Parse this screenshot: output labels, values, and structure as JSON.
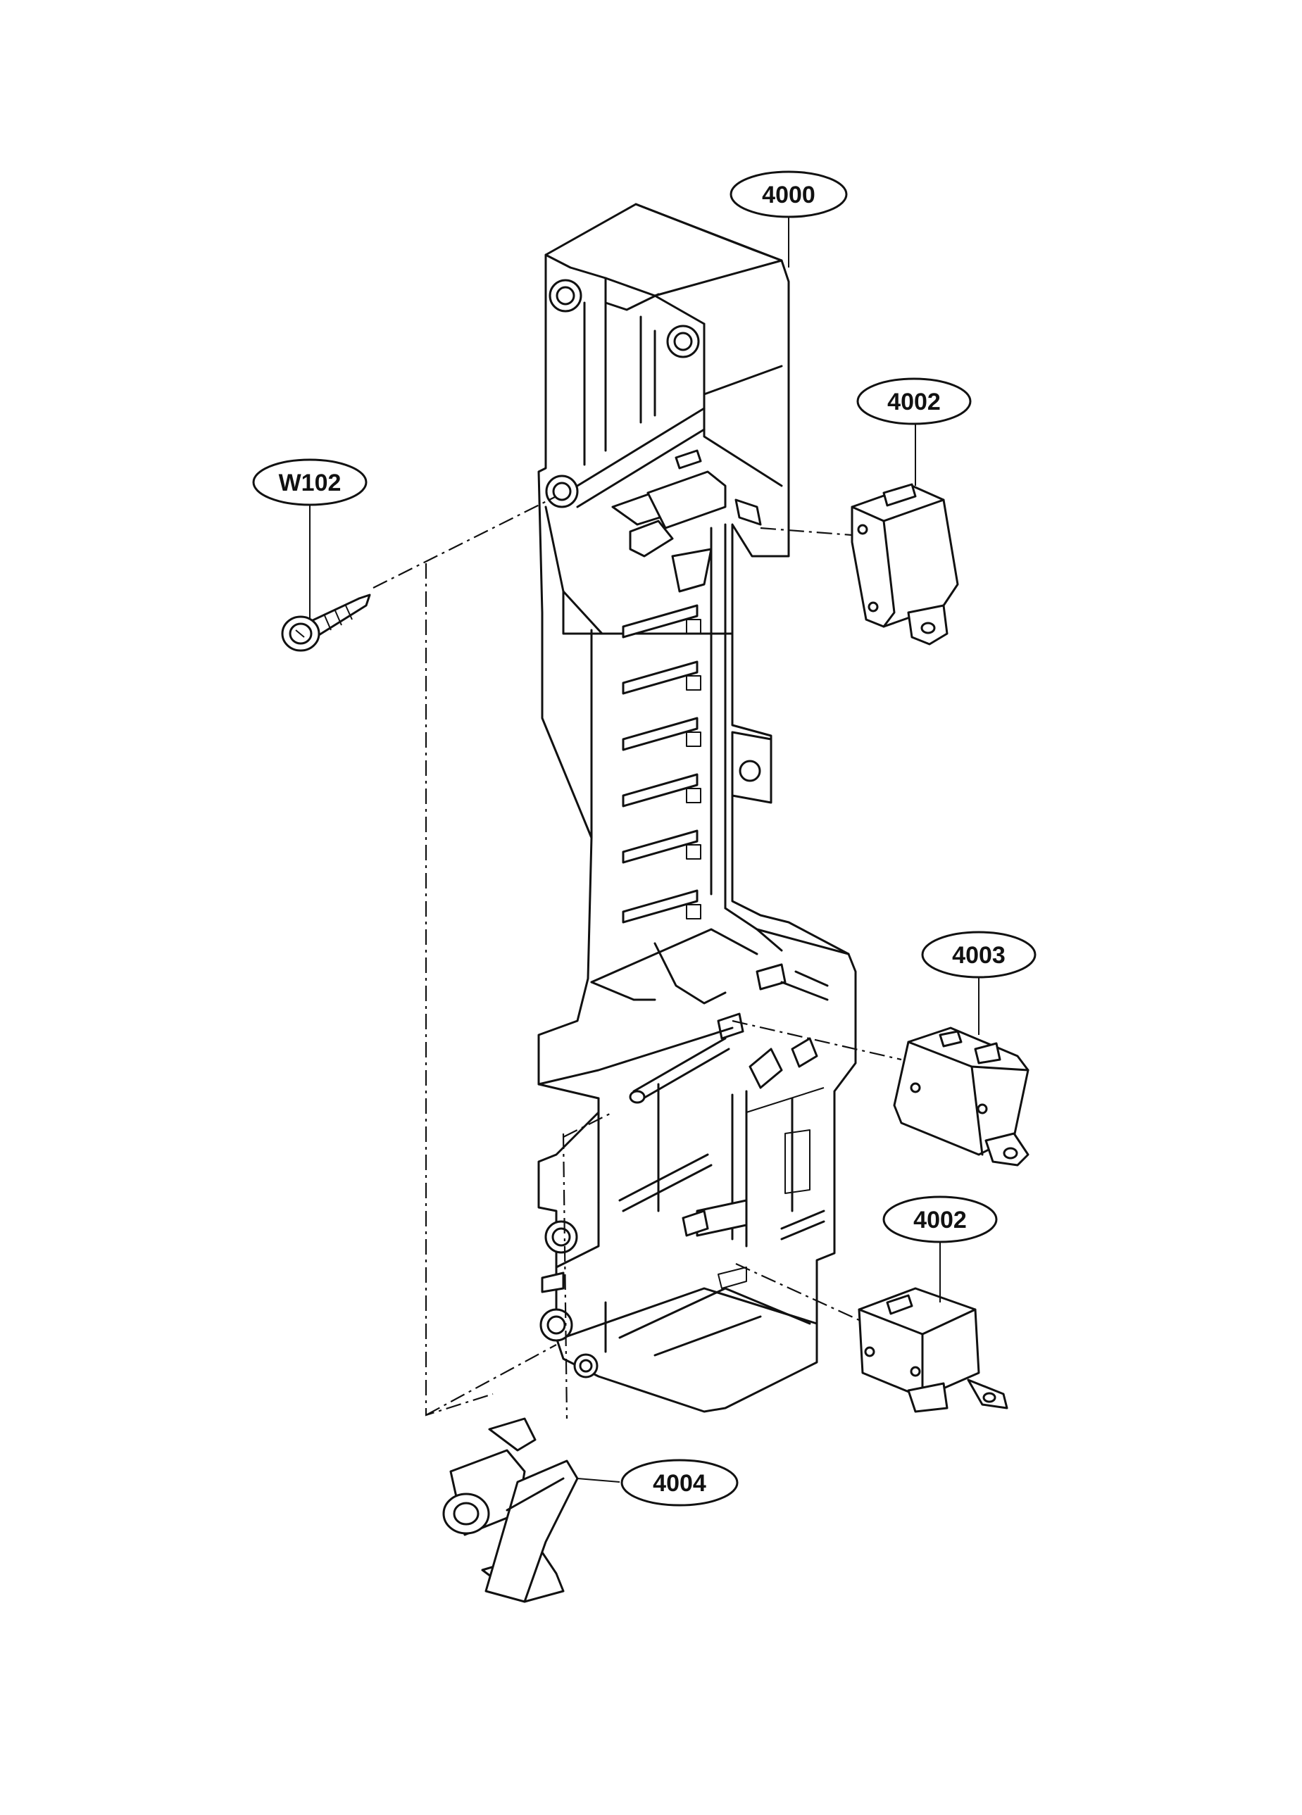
{
  "diagram": {
    "callouts": {
      "frame": "4000",
      "switch_top": "4002",
      "screw": "W102",
      "switch_middle": "4003",
      "switch_bottom": "4002",
      "lever": "4004"
    }
  }
}
